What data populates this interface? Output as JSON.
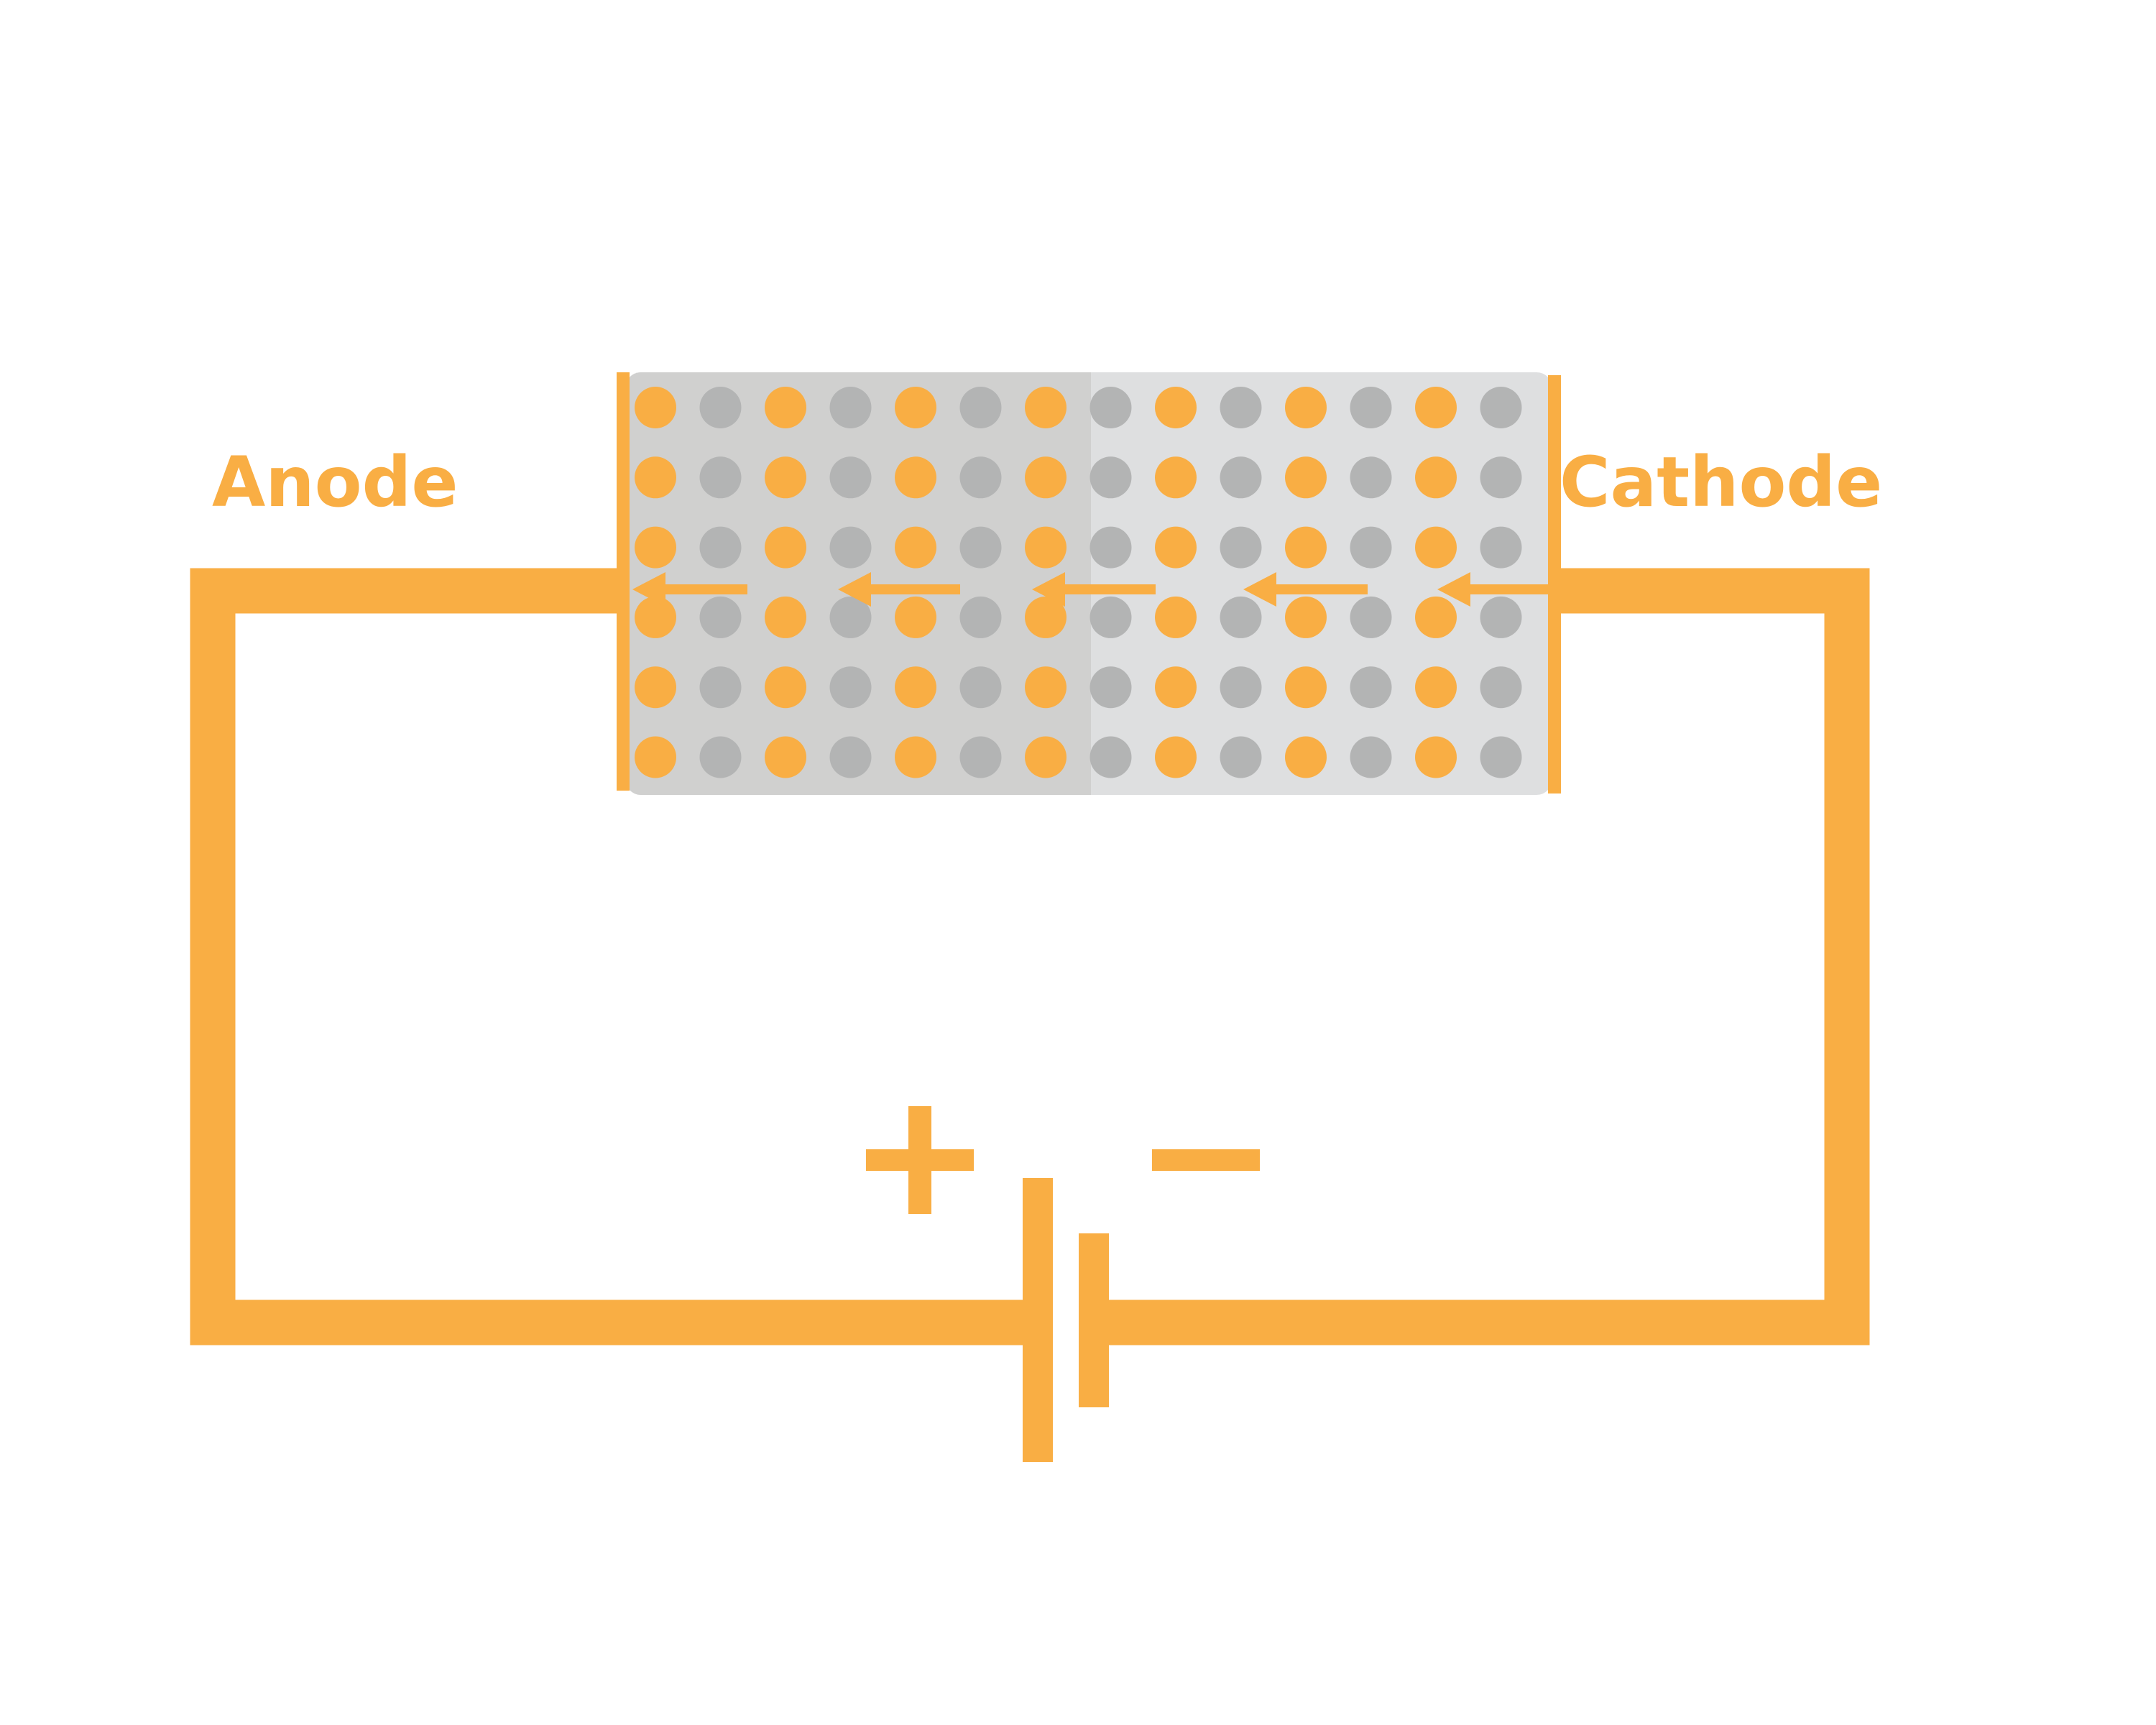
{
  "labels": {
    "anode": "Anode",
    "cathode": "Cathode"
  },
  "battery": {
    "positive_symbol": "+",
    "negative_symbol": "−"
  },
  "colors": {
    "accent": "#F9AE44",
    "dot_gray": "#B3B4B4",
    "left_region": "#D0D0CF",
    "right_region": "#DEDFE0",
    "background": "#FFFFFF"
  },
  "diagram": {
    "dot_rows": 6,
    "dot_columns": 14,
    "dot_pattern": [
      "orange",
      "gray"
    ],
    "arrow_count": 5,
    "arrow_direction": "left"
  }
}
